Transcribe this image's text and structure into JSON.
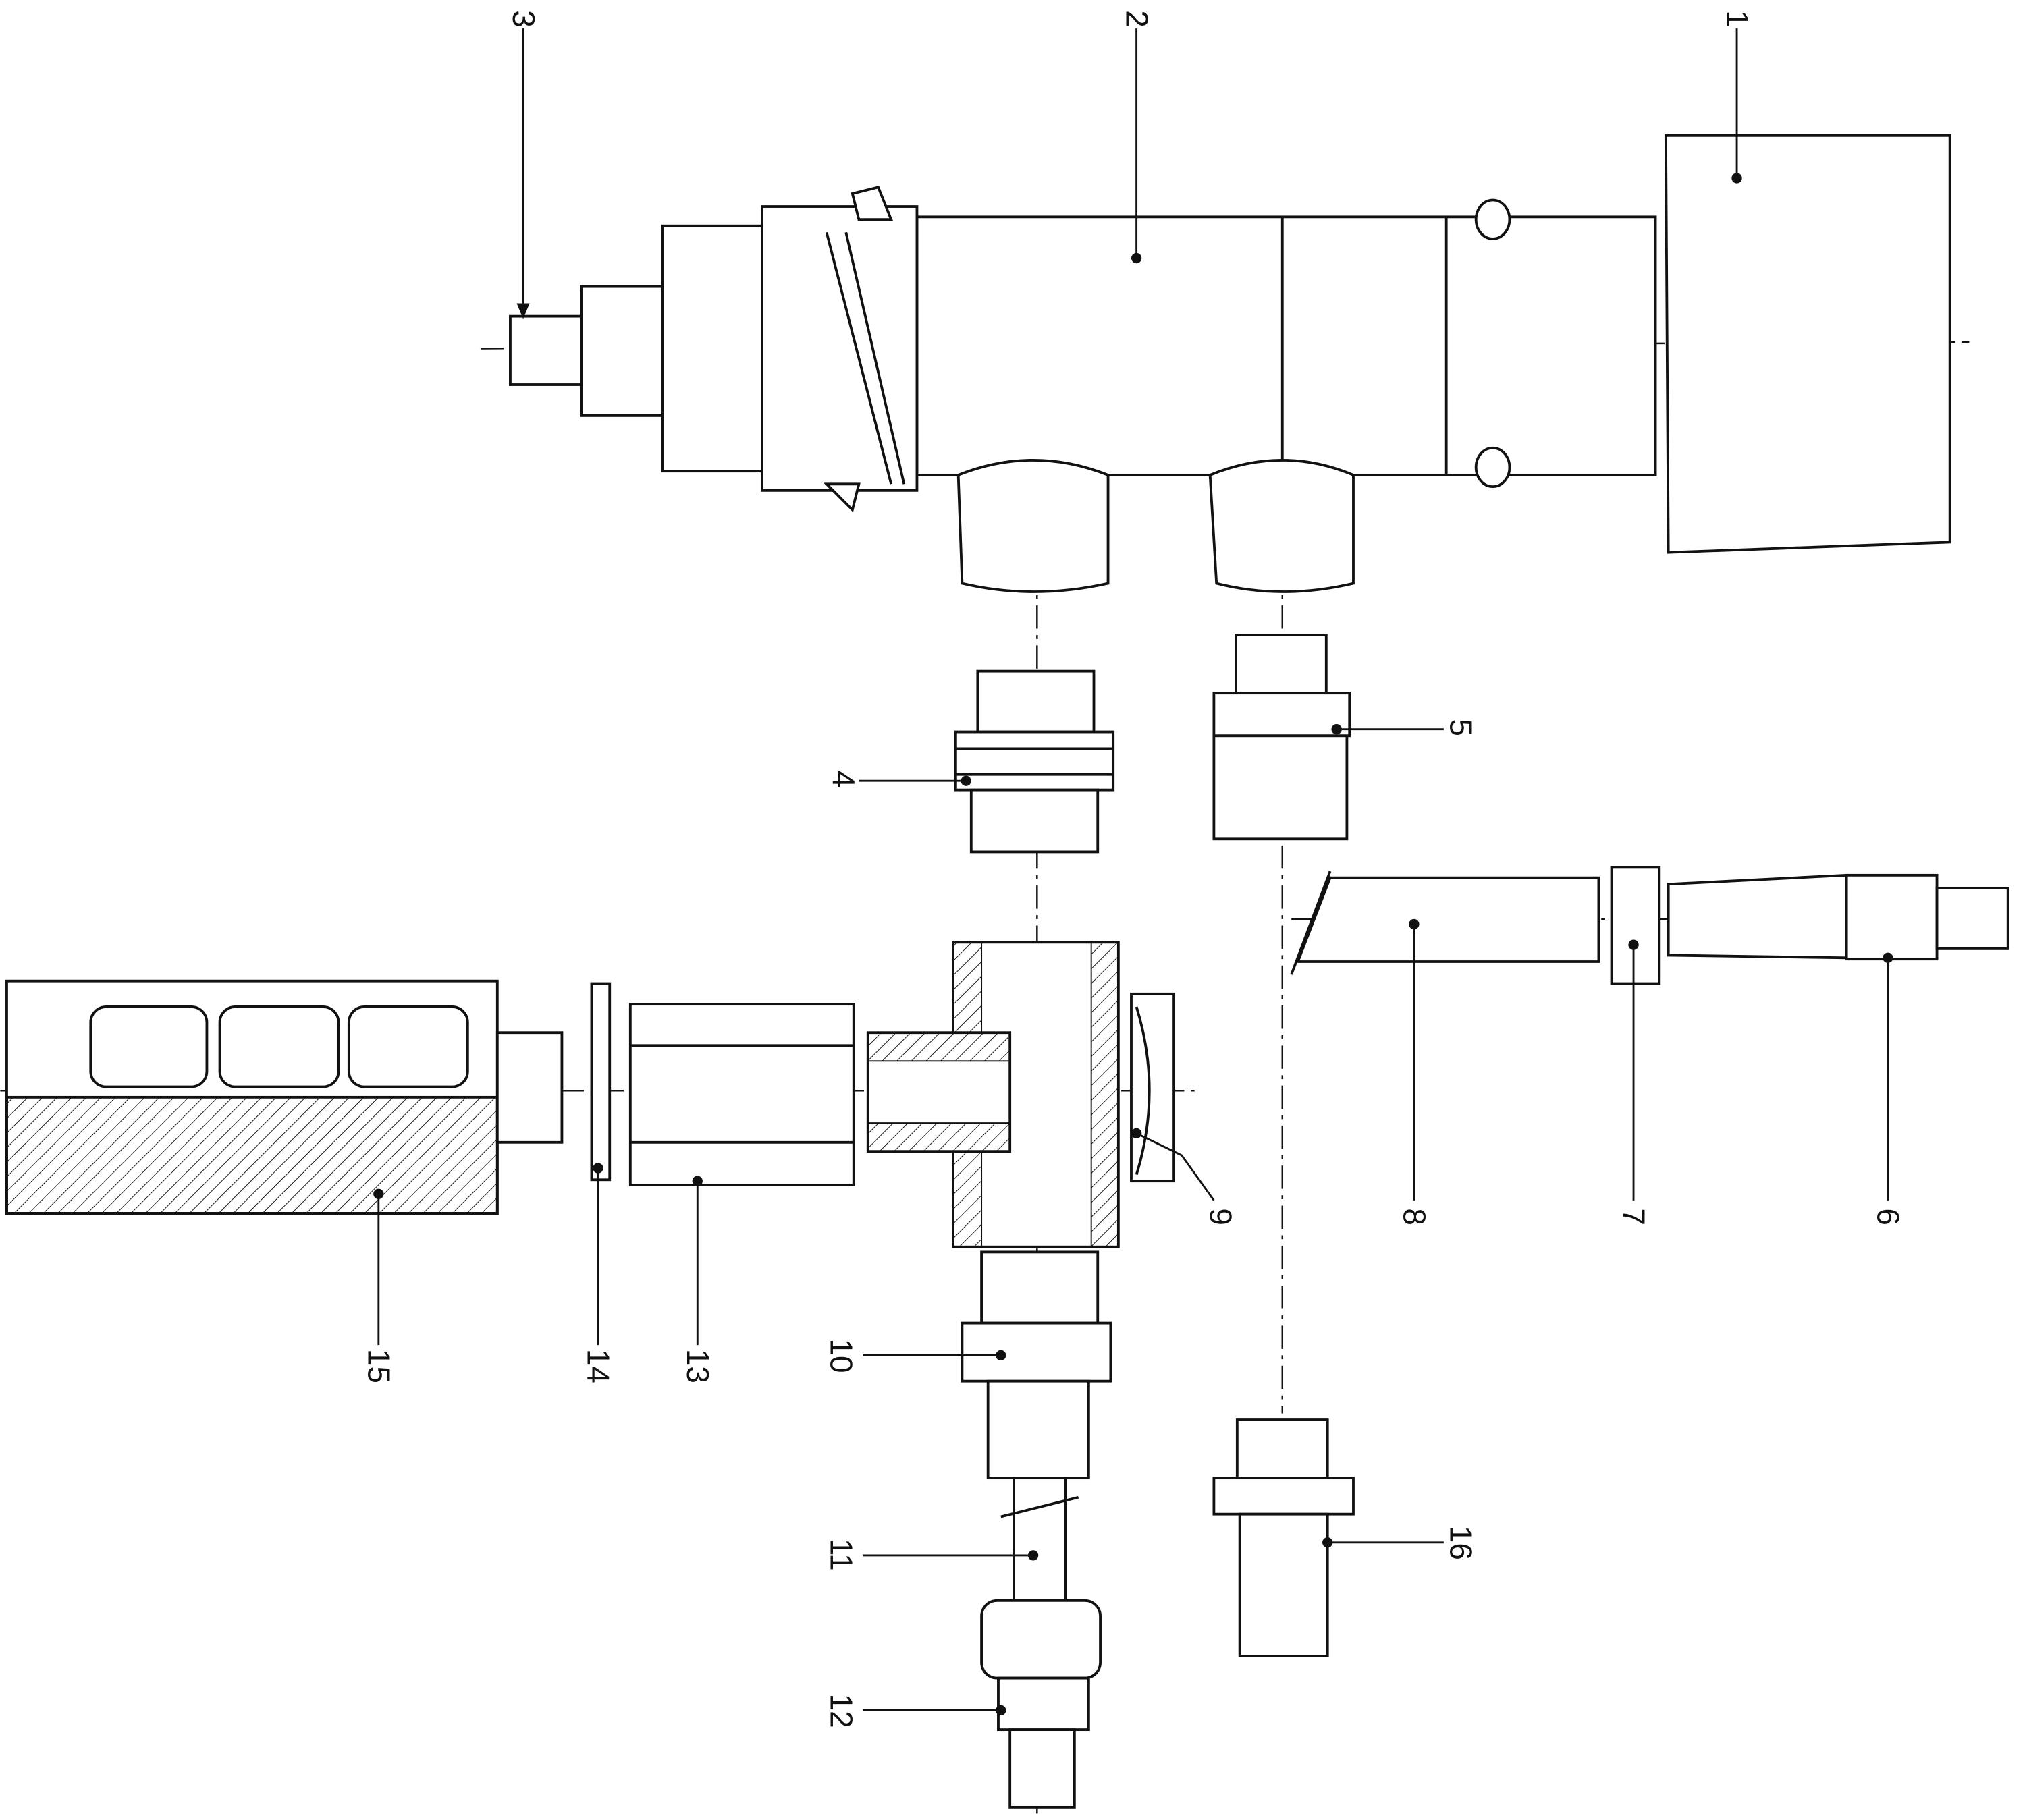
{
  "diagram": {
    "type": "exploded assembly drawing",
    "callouts": [
      {
        "id": "1",
        "label": "1"
      },
      {
        "id": "2",
        "label": "2"
      },
      {
        "id": "3",
        "label": "3"
      },
      {
        "id": "4",
        "label": "4"
      },
      {
        "id": "5",
        "label": "5"
      },
      {
        "id": "6",
        "label": "6"
      },
      {
        "id": "7",
        "label": "7"
      },
      {
        "id": "8",
        "label": "8"
      },
      {
        "id": "9",
        "label": "9"
      },
      {
        "id": "10",
        "label": "10"
      },
      {
        "id": "11",
        "label": "11"
      },
      {
        "id": "12",
        "label": "12"
      },
      {
        "id": "13",
        "label": "13"
      },
      {
        "id": "14",
        "label": "14"
      },
      {
        "id": "15",
        "label": "15"
      },
      {
        "id": "16",
        "label": "16"
      }
    ]
  }
}
